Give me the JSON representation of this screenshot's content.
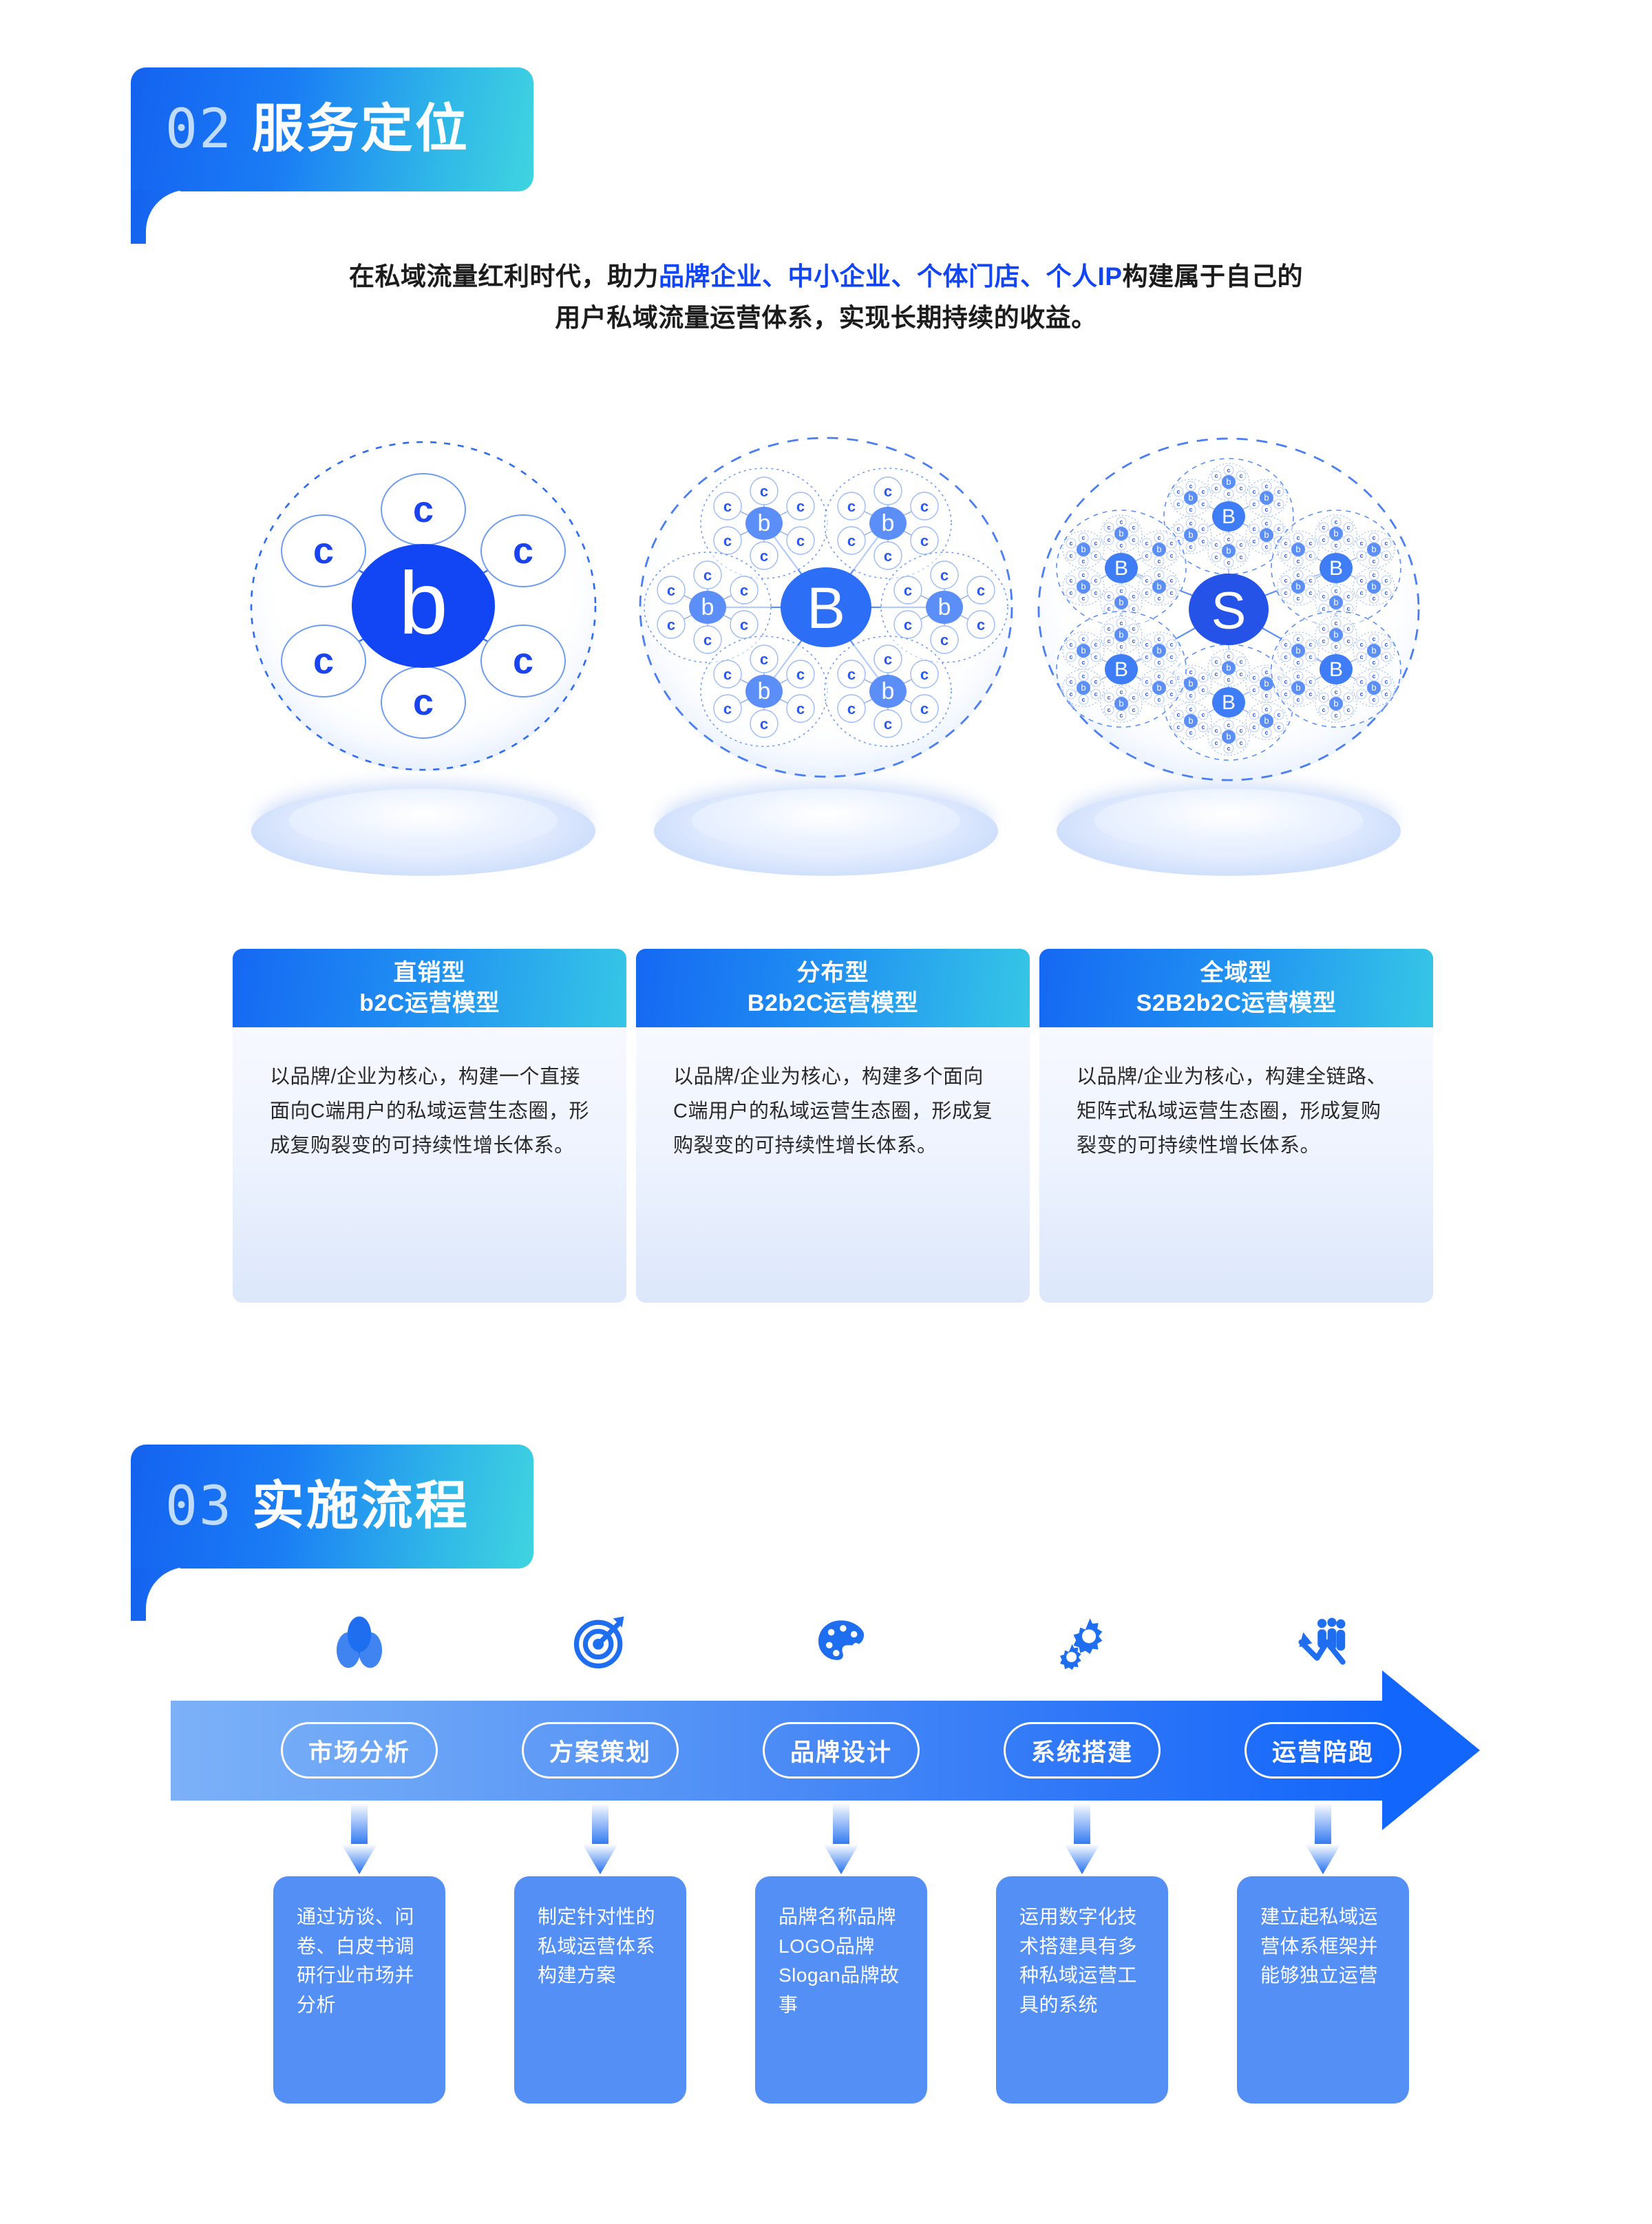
{
  "section_service": {
    "number": "02",
    "title": "服务定位",
    "intro_line1_pre": "在私域流量红利时代，助力",
    "intro_line1_hl": "品牌企业、中小企业、个体门店、个人IP",
    "intro_line1_post": "构建属于自己的",
    "intro_line2": "用户私域流量运营体系，实现长期持续的收益。"
  },
  "diagrams": [
    {
      "name": "b2c-model-diagram",
      "center_label": "b",
      "node_label": "c",
      "node_count": 6,
      "levels": 2
    },
    {
      "name": "b2b2c-model-diagram",
      "center_label": "B",
      "mid_label": "b",
      "node_label": "c",
      "node_count": 6,
      "levels": 3
    },
    {
      "name": "s2b2b2c-model-diagram",
      "center_label": "S",
      "mid_label": "B",
      "mid2_label": "b",
      "node_label": "c",
      "node_count": 6,
      "levels": 4
    }
  ],
  "model_cards": [
    {
      "title_line1": "直销型",
      "title_line2": "b2C运营模型",
      "description": "以品牌/企业为核心，构建一个直接面向C端用户的私域运营生态圈，形成复购裂变的可持续性增长体系。"
    },
    {
      "title_line1": "分布型",
      "title_line2": "B2b2C运营模型",
      "description": "以品牌/企业为核心，构建多个面向C端用户的私域运营生态圈，形成复购裂变的可持续性增长体系。"
    },
    {
      "title_line1": "全域型",
      "title_line2": "S2B2b2C运营模型",
      "description": "以品牌/企业为核心，构建全链路、矩阵式私域运营生态圈，形成复购裂变的可持续性增长体系。"
    }
  ],
  "section_process": {
    "number": "03",
    "title": "实施流程"
  },
  "process_steps": [
    {
      "icon": "venn-diagram-icon",
      "label": "市场分析",
      "detail": "通过访谈、问卷、白皮书调研行业市场并分析"
    },
    {
      "icon": "target-dartboard-icon",
      "label": "方案策划",
      "detail": "制定针对性的私域运营体系构建方案"
    },
    {
      "icon": "paint-palette-icon",
      "label": "品牌设计",
      "detail": "品牌名称品牌LOGO品牌Slogan品牌故事"
    },
    {
      "icon": "gears-icon",
      "label": "系统搭建",
      "detail": "运用数字化技术搭建具有多种私域运营工具的系统"
    },
    {
      "icon": "people-growth-chart-icon",
      "label": "运营陪跑",
      "detail": "建立起私域运营体系框架并能够独立运营"
    }
  ],
  "colors": {
    "brand_blue": "#1246f5",
    "gradient_start": "#1462f0",
    "gradient_end": "#3fd4e0",
    "card_blue": "#548ff6",
    "arrow_blue": "#1366fb"
  }
}
